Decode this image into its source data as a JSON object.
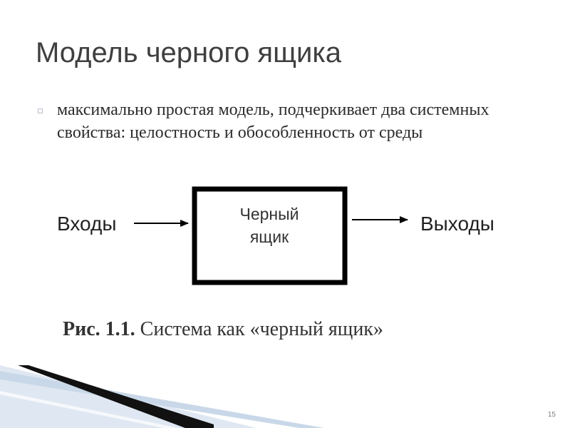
{
  "slide": {
    "title": "Модель черного ящика",
    "bullet_icon": "bullet-square-icon",
    "bullet_text": "максимально простая модель, подчеркивает два системных свойства: целостность и обособленность от среды",
    "page_number": "15"
  },
  "diagram": {
    "input_label": "Входы",
    "box_label_line1": "Черный",
    "box_label_line2": "ящик",
    "output_label": "Выходы",
    "caption_number": "Рис. 1.1.",
    "caption_text": "Система как «черный ящик»"
  },
  "colors": {
    "title": "#3f3f3f",
    "text": "#2b2b2b",
    "box_stroke": "#000000",
    "arrow": "#000000",
    "decoration_dark": "#111111",
    "decoration_blue": "#c9d8e8"
  }
}
